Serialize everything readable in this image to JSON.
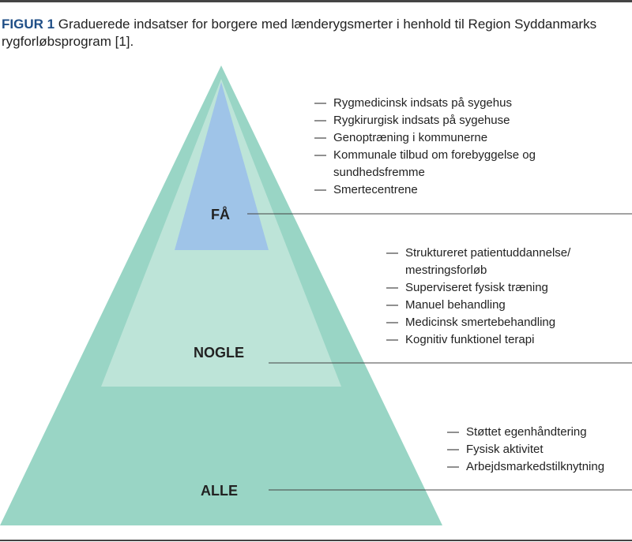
{
  "caption": {
    "label": "FIGUR 1",
    "text": " Graduerede indsatser for borgere med lænderygsmerter i henhold til Region Syddanmarks rygforløbsprogram [1]."
  },
  "colors": {
    "outer": "#99d5c5",
    "middle": "#bde4d8",
    "inner": "#9fc4e8",
    "caption_label": "#1f4e86"
  },
  "levels": [
    {
      "label": "FÅ",
      "items": [
        "Rygmedicinsk indsats på sygehus",
        "Rygkirurgisk indsats på sygehuse",
        "Genoptræning i kommunerne",
        "Kommunale tilbud om forebyggelse og sundhedsfremme",
        "Smertecentrene"
      ]
    },
    {
      "label": "NOGLE",
      "items": [
        "Struktureret patientuddannelse/ mestringsforløb",
        "Superviseret fysisk træning",
        "Manuel behandling",
        "Medicinsk smertebehandling",
        "Kognitiv funktionel terapi"
      ]
    },
    {
      "label": "ALLE",
      "items": [
        "Støttet egenhåndtering",
        "Fysisk aktivitet",
        "Arbejdsmarkedstilknytning"
      ]
    }
  ]
}
